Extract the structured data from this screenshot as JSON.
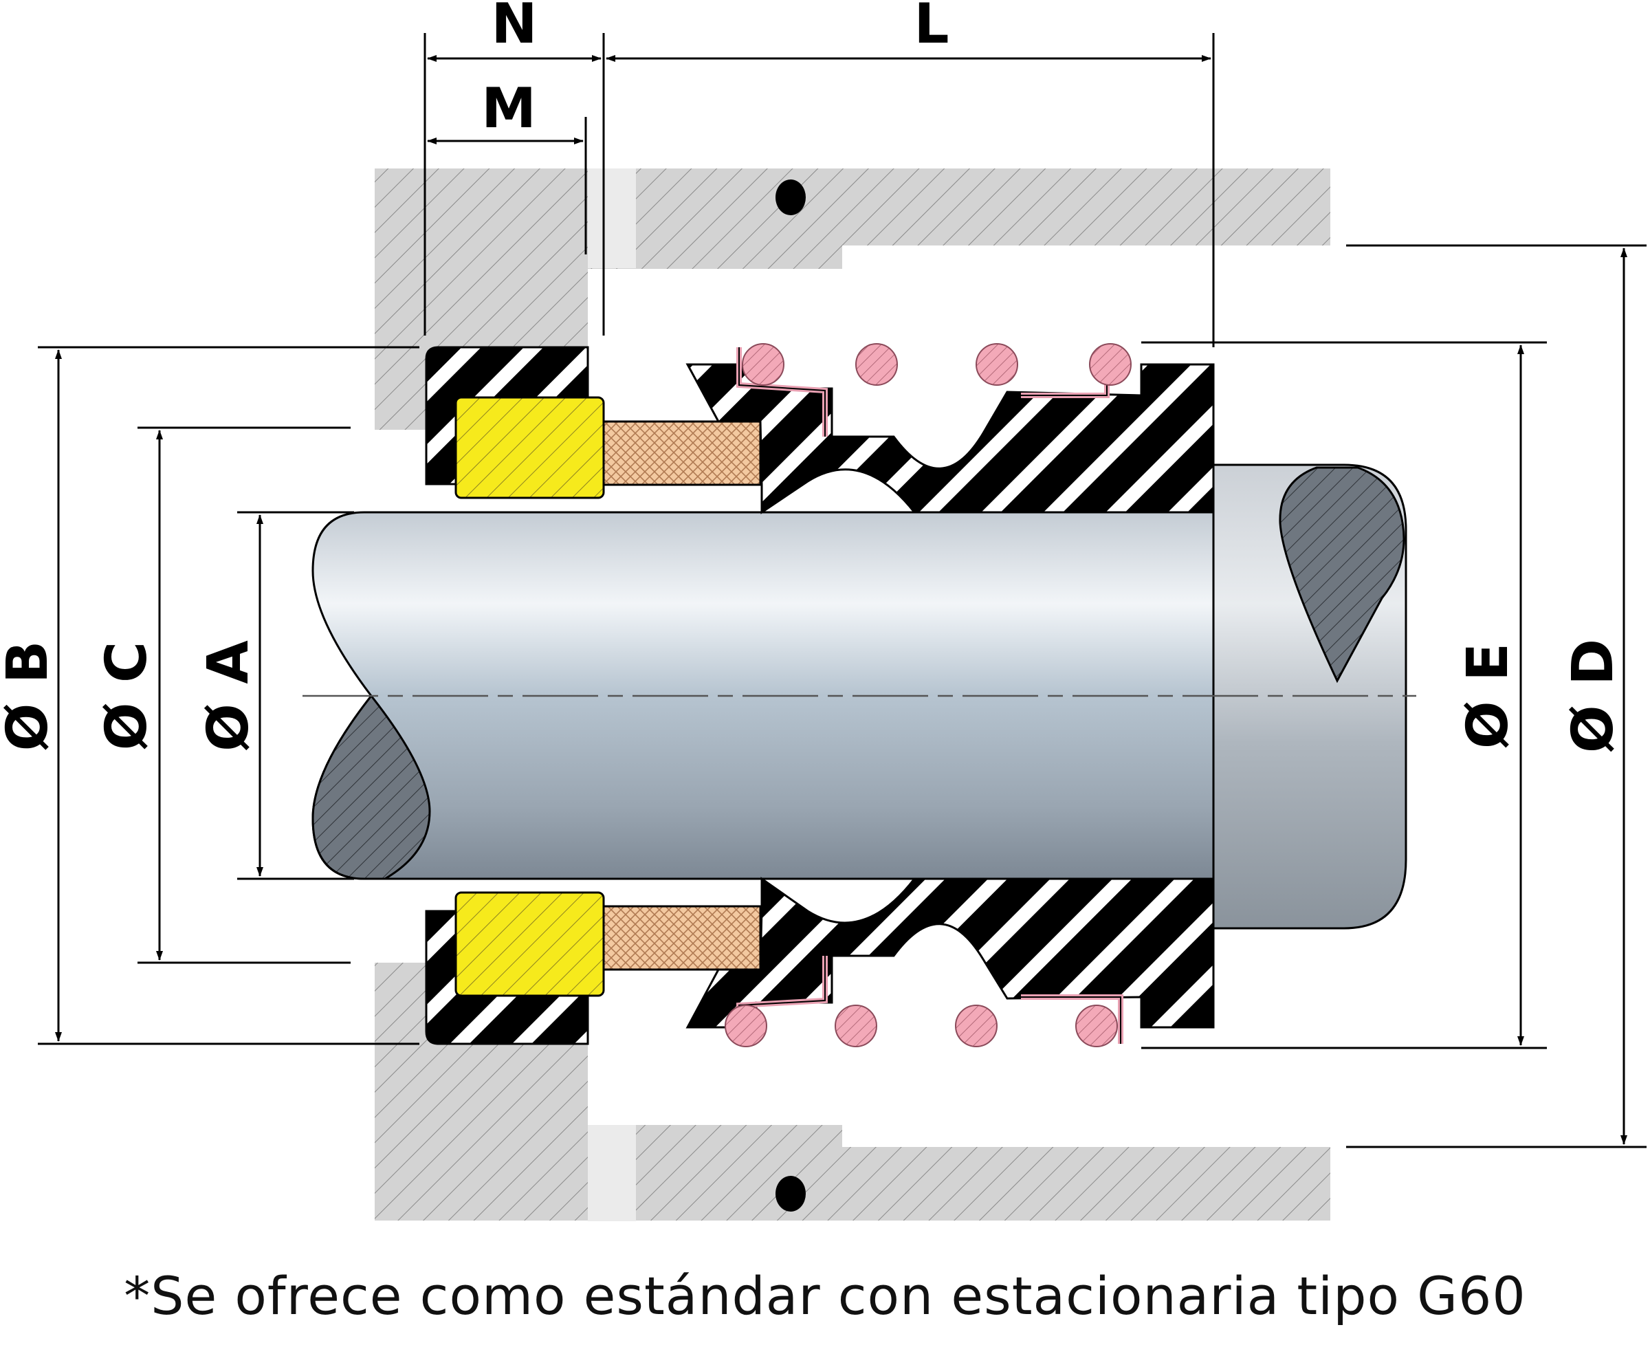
{
  "dimensions": {
    "N": "N",
    "M": "M",
    "L": "L",
    "B": "Ø B",
    "C": "Ø C",
    "A": "Ø A",
    "E": "Ø E",
    "D": "Ø D"
  },
  "caption": "*Se ofrece como estándar con estacionaria tipo G60",
  "colors": {
    "housing": "#d2d2d2",
    "elastomer": "#000000",
    "seat_face": "#f4e81c",
    "carbon_face": "#f2c9a0",
    "spring": "#f0a8b8",
    "shaft_light": "#eef2f6",
    "shaft_dark": "#8a96a2"
  },
  "icons": [
    "mechanical-seal-cross-section"
  ]
}
